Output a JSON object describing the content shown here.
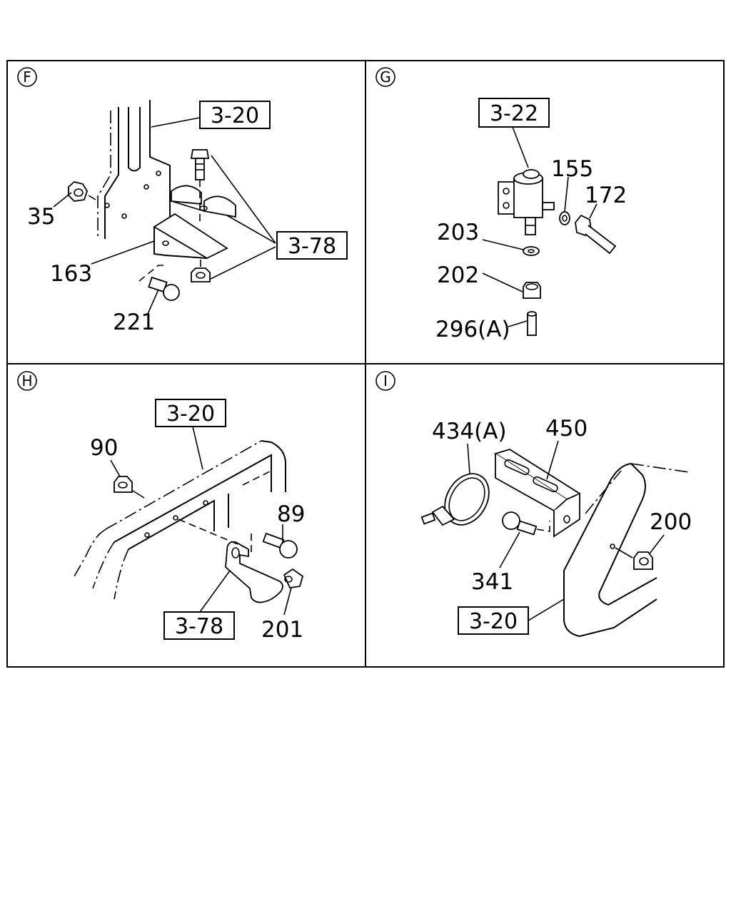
{
  "panels": {
    "f": {
      "letter": "F",
      "boxes": [
        "3-20",
        "3-78"
      ],
      "callouts": [
        "35",
        "163",
        "221"
      ]
    },
    "g": {
      "letter": "G",
      "boxes": [
        "3-22"
      ],
      "callouts": [
        "155",
        "172",
        "203",
        "202",
        "296(A)"
      ]
    },
    "h": {
      "letter": "H",
      "boxes": [
        "3-20",
        "3-78"
      ],
      "callouts": [
        "90",
        "89",
        "201"
      ]
    },
    "i": {
      "letter": "I",
      "boxes": [
        "3-20"
      ],
      "callouts": [
        "434(A)",
        "450",
        "200",
        "341"
      ]
    }
  },
  "colors": {
    "line": "#000000",
    "background": "#ffffff"
  }
}
